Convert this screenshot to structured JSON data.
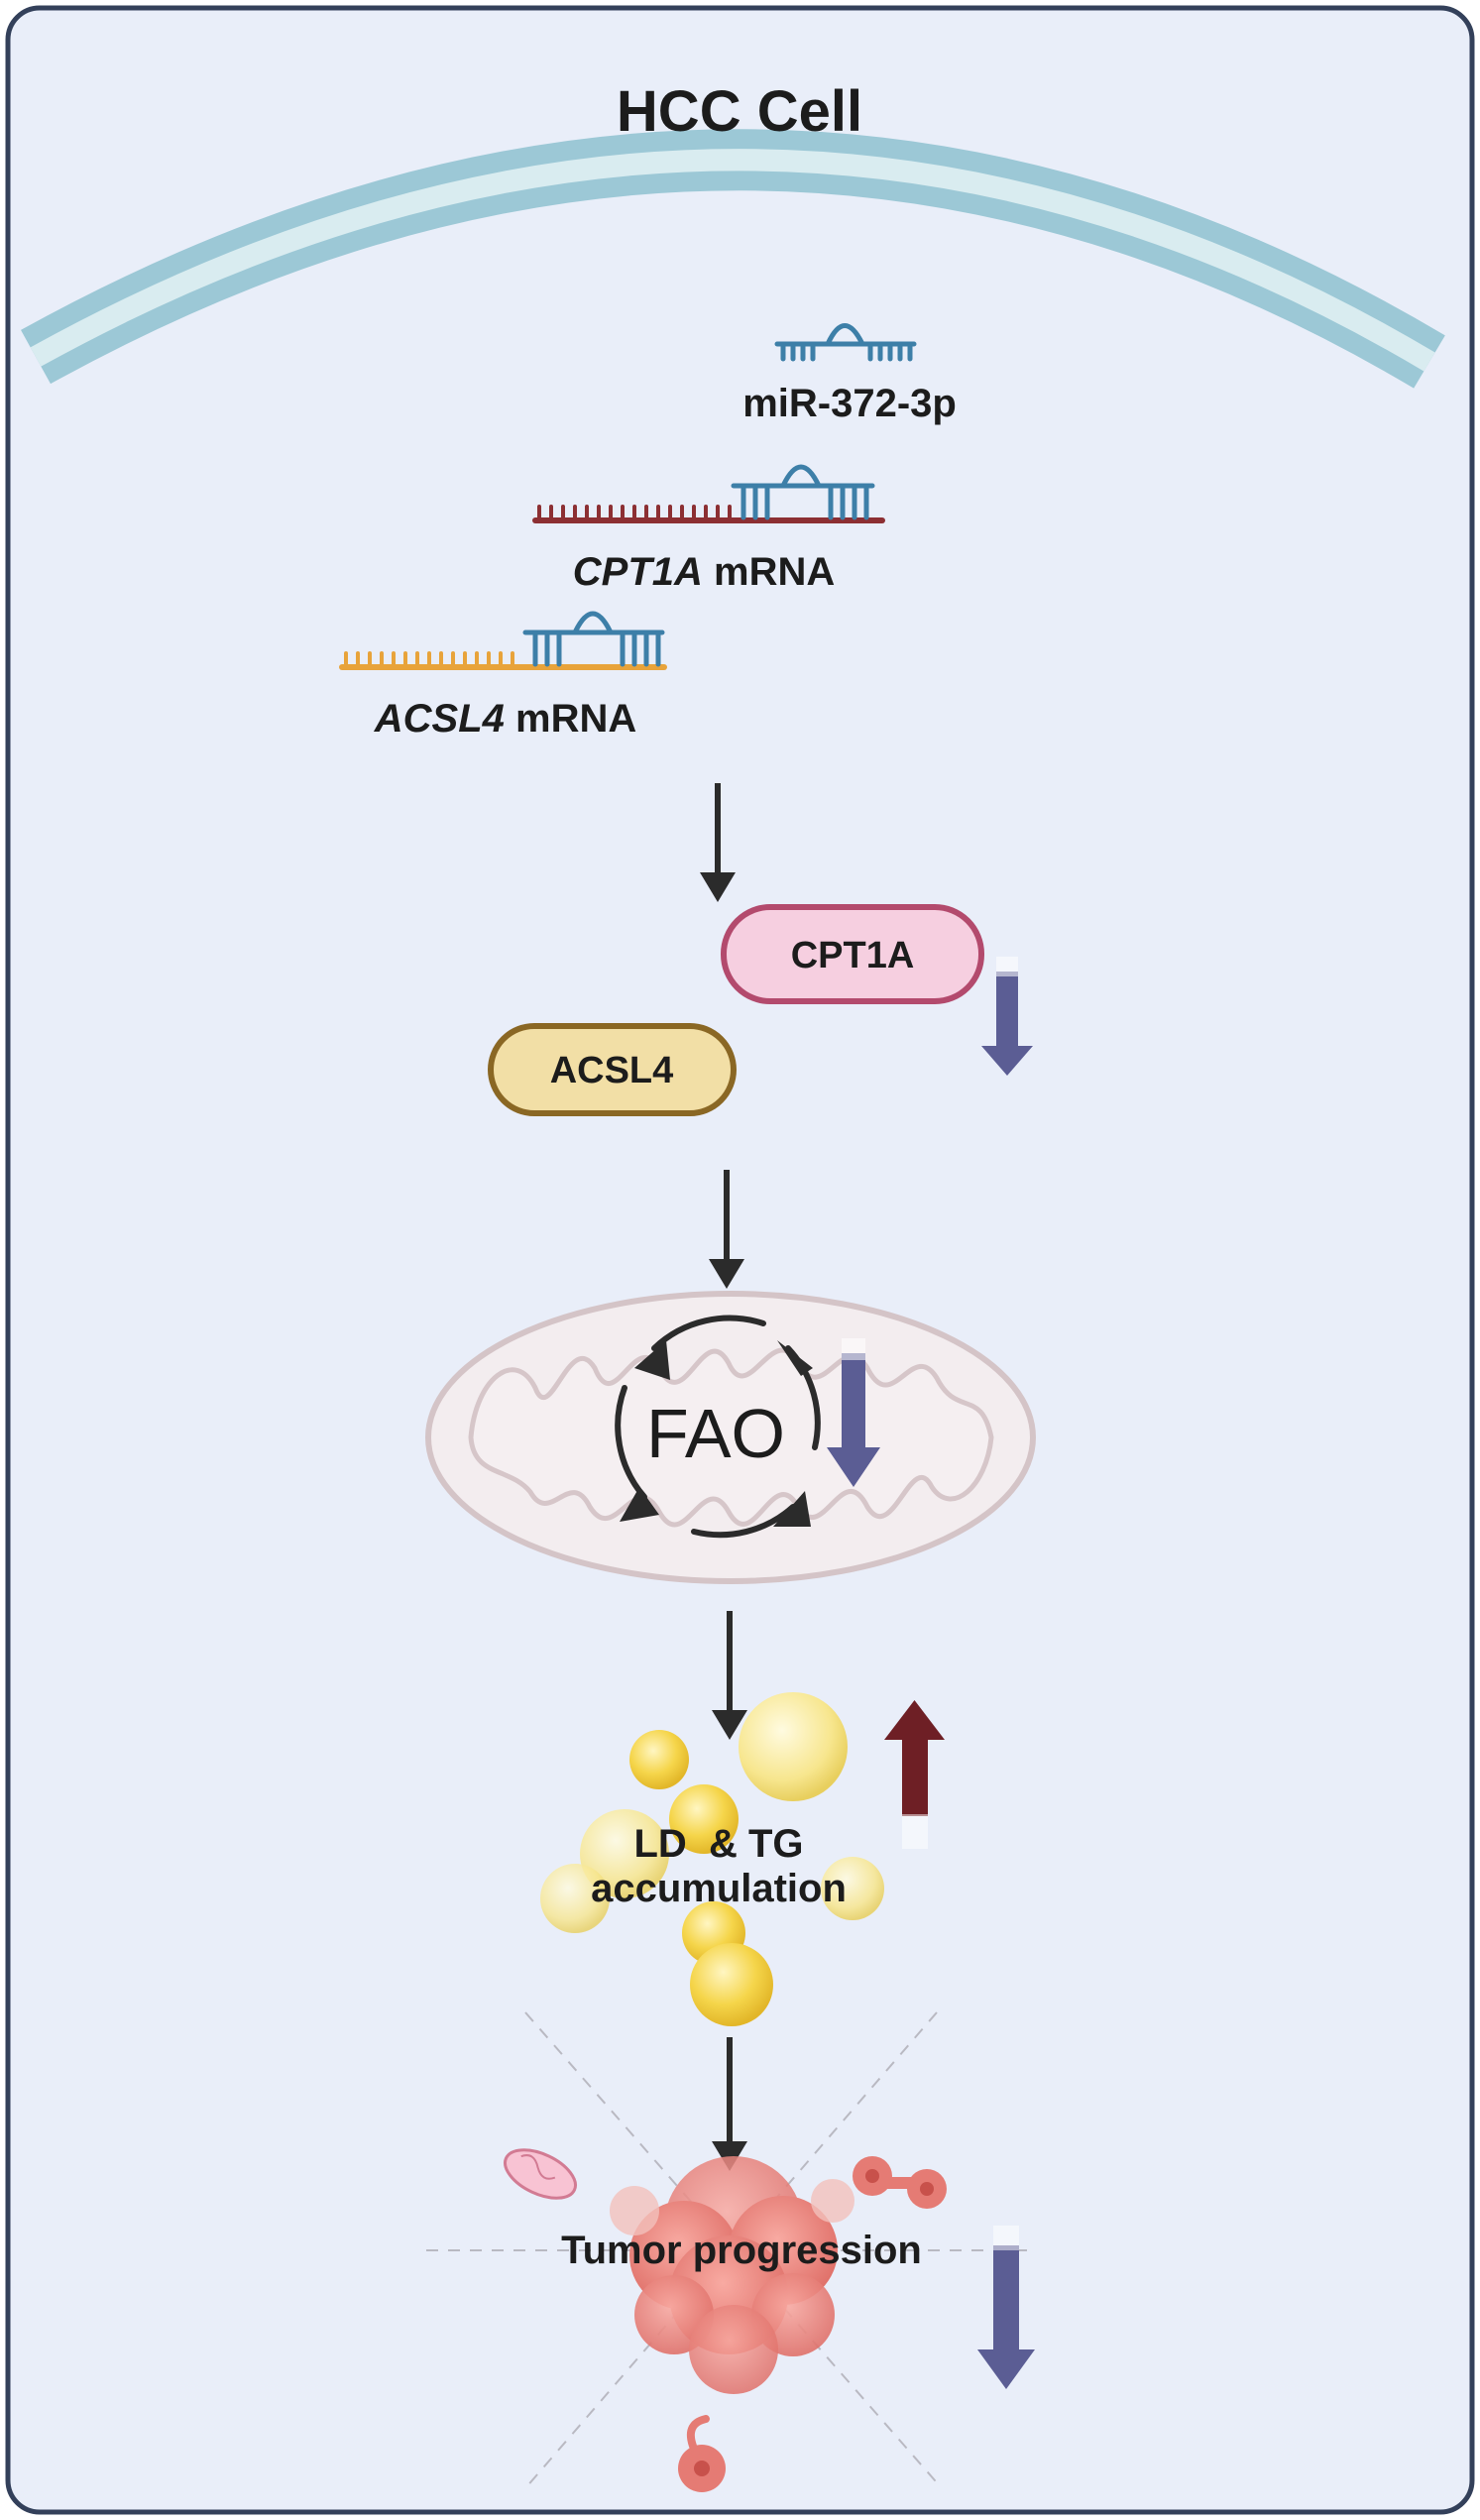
{
  "title": "HCC Cell",
  "mirna": {
    "label": "miR-372-3p"
  },
  "cpt1a_mrna": {
    "gene": "CPT1A",
    "suffix": " mRNA"
  },
  "acsl4_mrna": {
    "gene": "ACSL4",
    "suffix": " mRNA"
  },
  "proteins": {
    "cpt1a": "CPT1A",
    "acsl4": "ACSL4"
  },
  "fao": {
    "label": "FAO"
  },
  "lipid": {
    "line1": "LD  & TG",
    "line2": "accumulation"
  },
  "tumor": {
    "label": "Tumor progression"
  },
  "colors": {
    "background": "#e9eef9",
    "border": "#33405a",
    "membrane": "#9cc8d6",
    "membrane_inner": "#d9ecf0",
    "arrow": "#2b2b2b",
    "down_arrow": "#5b5d94",
    "up_arrow": "#6e1f25",
    "cpt1a_fill": "#f6cfe0",
    "cpt1a_stroke": "#b34a6d",
    "acsl4_fill": "#f2dfa6",
    "acsl4_stroke": "#8a6724",
    "mirna": "#3d7fa8",
    "cpt1a_mrna": "#8c2f33",
    "acsl4_mrna": "#e8a33a",
    "lipid": "#f4d13e",
    "tumor": "#e57b74"
  }
}
